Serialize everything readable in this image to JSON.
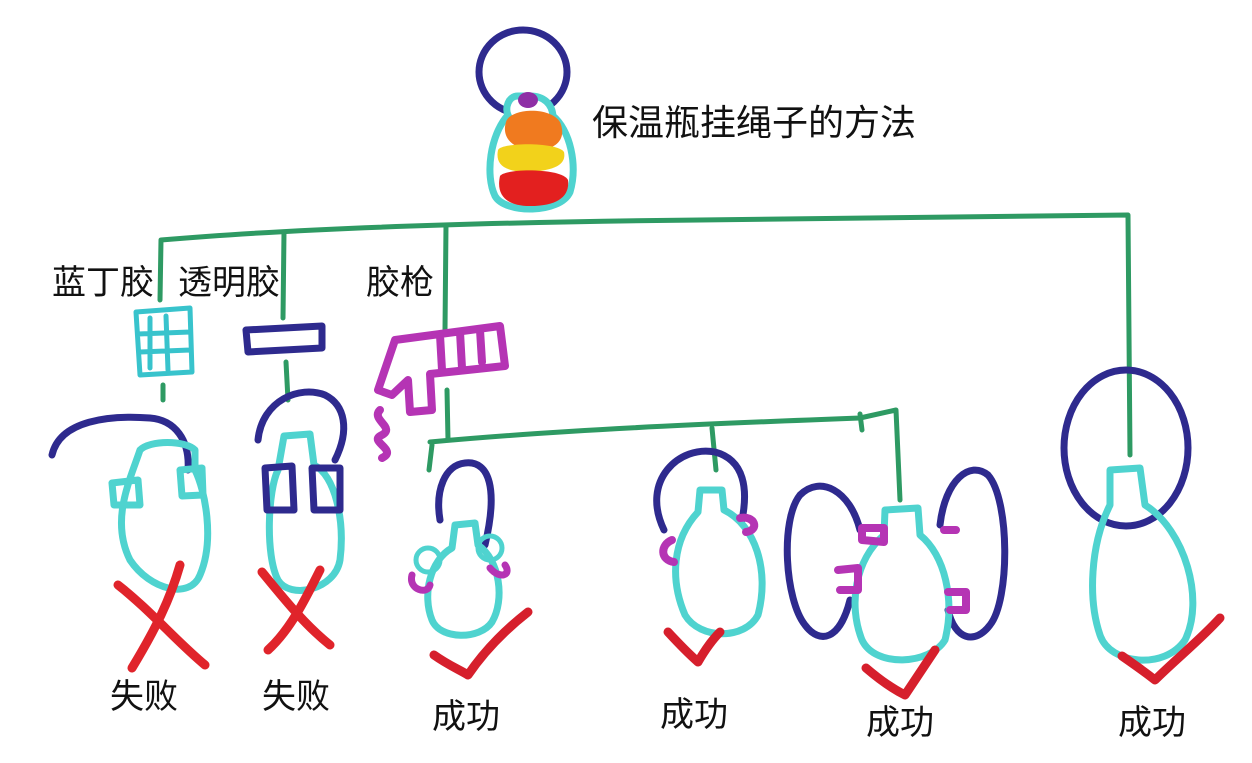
{
  "title": "保温瓶挂绳子的方法",
  "methods": [
    {
      "id": "blue-tape",
      "label": "蓝丁胶",
      "result": "失败",
      "outcome": "fail"
    },
    {
      "id": "clear-tape",
      "label": "透明胶",
      "result": "失败",
      "outcome": "fail"
    },
    {
      "id": "glue-gun-1",
      "label": "胶枪",
      "result": "成功",
      "outcome": "success"
    },
    {
      "id": "glue-gun-2",
      "label": "",
      "result": "成功",
      "outcome": "success"
    },
    {
      "id": "glue-gun-3",
      "label": "",
      "result": "成功",
      "outcome": "success"
    },
    {
      "id": "loop",
      "label": "",
      "result": "成功",
      "outcome": "success"
    }
  ],
  "colors": {
    "tree": "#2e9a63",
    "bottle": "#4fd3cf",
    "strap": "#2e2a8e",
    "glue": "#b534b4",
    "blue_tack": "#38c3cc",
    "cross": "#e0242b",
    "check": "#d61f2c",
    "flask_orange": "#f07a1f",
    "flask_yellow": "#f2d21b",
    "flask_red": "#e3201f",
    "flask_purple": "#8e2fa6"
  }
}
